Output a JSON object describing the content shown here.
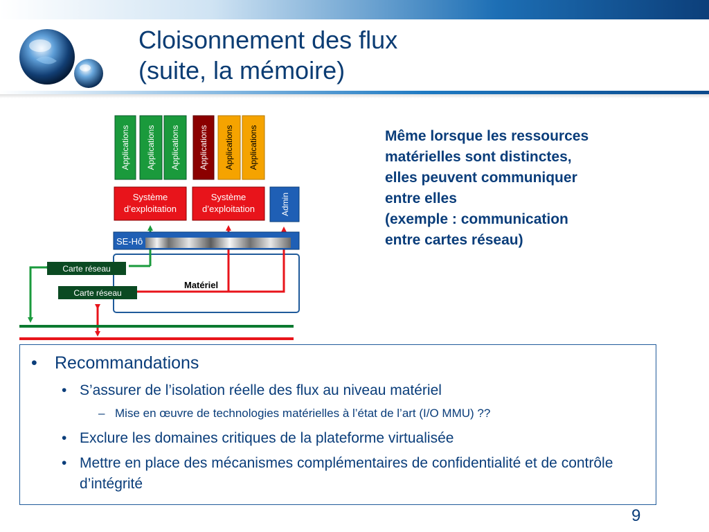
{
  "slide": {
    "title_line1": "Cloisonnement des flux",
    "title_line2": "(suite, la mémoire)",
    "page_number": "9"
  },
  "diagram": {
    "applications": [
      "Applications",
      "Applications",
      "Applications",
      "Applications",
      "Applications",
      "Applications"
    ],
    "os_label_line1": "Système",
    "os_label_line2": "d’exploitation",
    "admin_label": "Admin",
    "host_os_label": "SE-Hô",
    "hardware_label": "Matériel",
    "nic1_label": "Carte réseau",
    "nic2_label": "Carte réseau",
    "colors": {
      "green": "#1a9a3c",
      "dark_red": "#8b0000",
      "orange": "#f5a300",
      "red": "#e8141b",
      "blue": "#1f5fb5",
      "dark_green": "#0b5a2c",
      "outline": "#1f5a9a"
    }
  },
  "note": {
    "lines": [
      "Même lorsque les ressources",
      "matérielles sont distinctes,",
      "elles peuvent communiquer",
      "entre elles",
      "(exemple : communication",
      "entre cartes réseau)"
    ]
  },
  "recommendations": {
    "heading": "Recommandations",
    "bullet": "•",
    "dash": "–",
    "items": [
      "S’assurer de l’isolation réelle des flux au niveau matériel",
      "Mise en œuvre de technologies matérielles à l’état de l’art (I/O MMU) ??",
      "Exclure les domaines critiques de la plateforme virtualisée",
      "Mettre en place des mécanismes complémentaires de confidentialité et de contrôle d’intégrité"
    ]
  }
}
